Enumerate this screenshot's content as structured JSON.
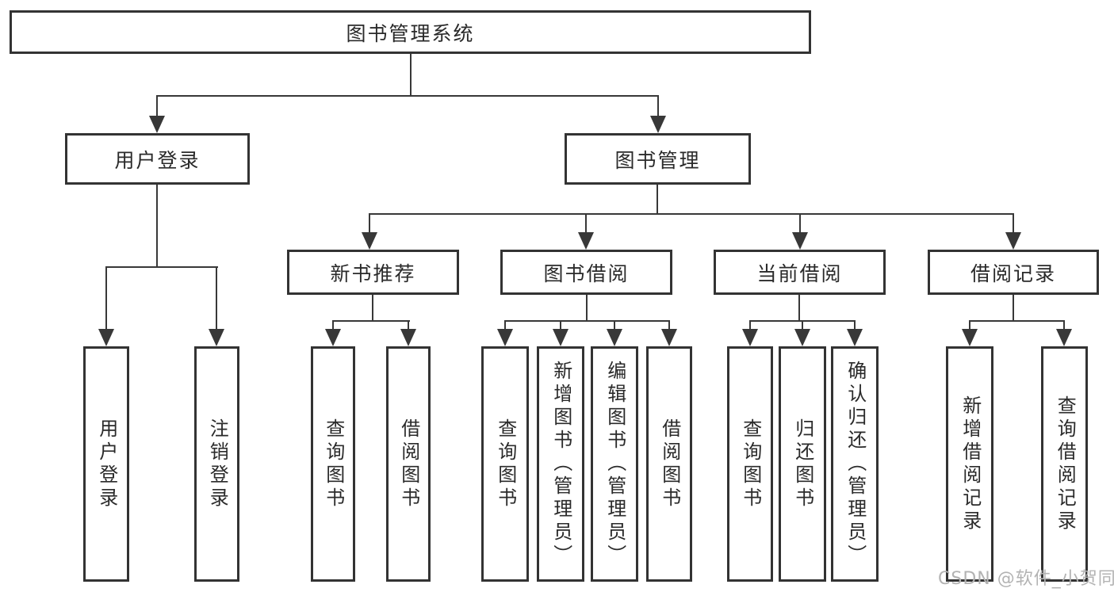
{
  "tree": {
    "root": {
      "label": "图书管理系统"
    },
    "level2": [
      {
        "label": "用户登录",
        "children": [
          "用户登录",
          "注销登录"
        ]
      },
      {
        "label": "图书管理"
      }
    ],
    "level3": [
      {
        "label": "新书推荐",
        "children": [
          "查询图书",
          "借阅图书"
        ]
      },
      {
        "label": "图书借阅",
        "children": [
          "查询图书",
          "新增图书（管理员）",
          "编辑图书（管理员）",
          "借阅图书"
        ]
      },
      {
        "label": "当前借阅",
        "children": [
          "查询图书",
          "归还图书",
          "确认归还（管理员）"
        ]
      },
      {
        "label": "借阅记录",
        "children": [
          "新增借阅记录",
          "查询借阅记录"
        ]
      }
    ]
  },
  "watermark": {
    "text": "CSDN @软件_小贺同学"
  },
  "colors": {
    "background": "#ffffff",
    "box_border": "#333333",
    "connector_line": "#383838",
    "text": "#2a2a2a",
    "watermark": "#b3b3b3"
  }
}
